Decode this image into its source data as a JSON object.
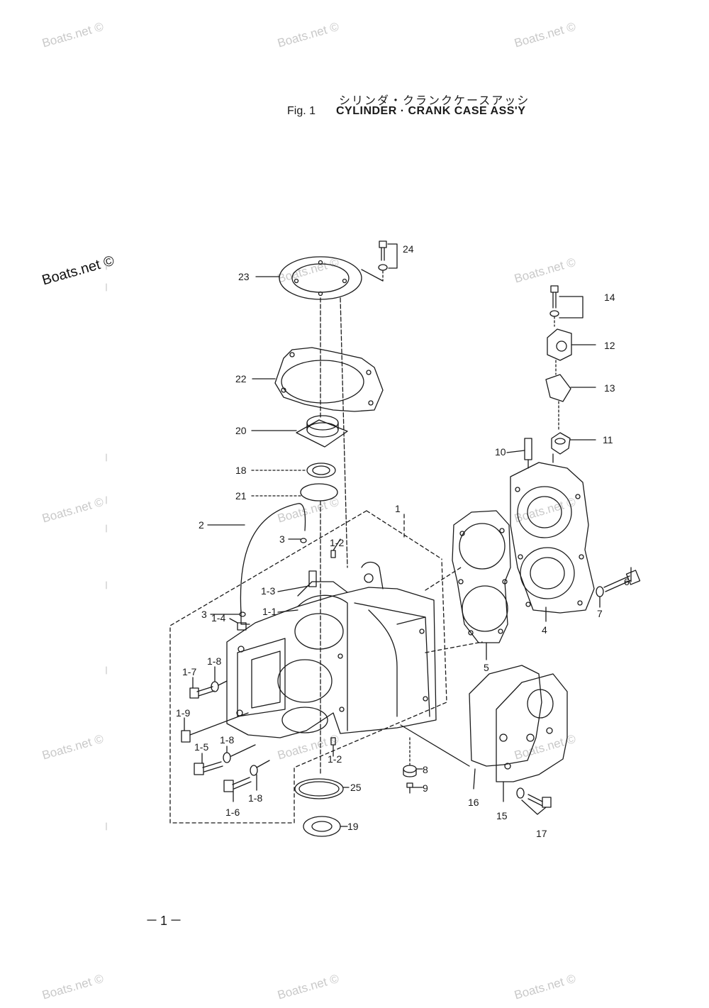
{
  "title": {
    "japanese": "シリンダ・クランクケースアッシ",
    "fig": "Fig. 1",
    "english": "CYLINDER · CRANK CASE ASS'Y"
  },
  "watermark": "Boats.net ©",
  "page_number": "－1－",
  "part_labels": [
    "24",
    "23",
    "14",
    "12",
    "22",
    "13",
    "20",
    "11",
    "10",
    "18",
    "21",
    "1",
    "2",
    "3",
    "1-2",
    "3",
    "1-3",
    "6",
    "7",
    "1-1",
    "4",
    "1-4",
    "5",
    "1-8",
    "1-7",
    "1-9",
    "1-8",
    "1-5",
    "1-2",
    "8",
    "1-8",
    "9",
    "25",
    "16",
    "15",
    "1-6",
    "17",
    "19"
  ]
}
